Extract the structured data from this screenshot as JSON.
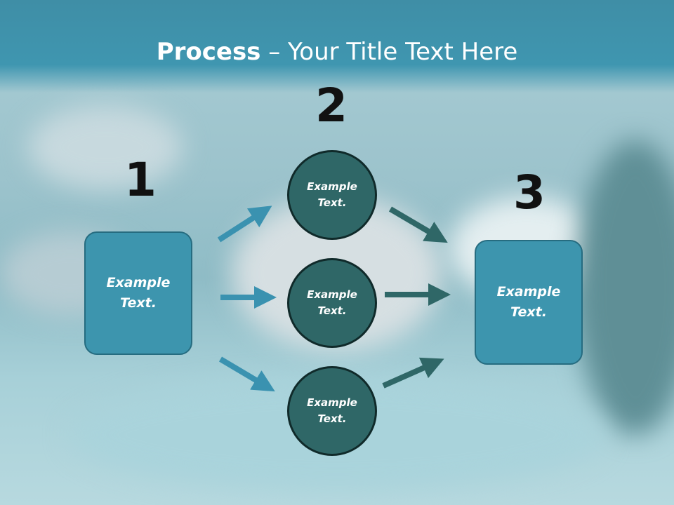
{
  "title": {
    "bold": "Process",
    "rest": " – Your Title Text Here"
  },
  "steps": [
    {
      "number": "1",
      "box_label_line1": "Example",
      "box_label_line2": "Text."
    },
    {
      "number": "2",
      "circles": [
        {
          "line1": "Example",
          "line2": "Text."
        },
        {
          "line1": "Example",
          "line2": "Text."
        },
        {
          "line1": "Example",
          "line2": "Text."
        }
      ]
    },
    {
      "number": "3",
      "box_label_line1": "Example",
      "box_label_line2": "Text."
    }
  ],
  "colors": {
    "header": "#3f96b0",
    "box_fill": "#3d95ae",
    "circle_fill": "#2f6767",
    "arrow_in": "#3a92b0",
    "arrow_out": "#2f6767"
  },
  "icons": [
    "arrow-right-icon"
  ]
}
